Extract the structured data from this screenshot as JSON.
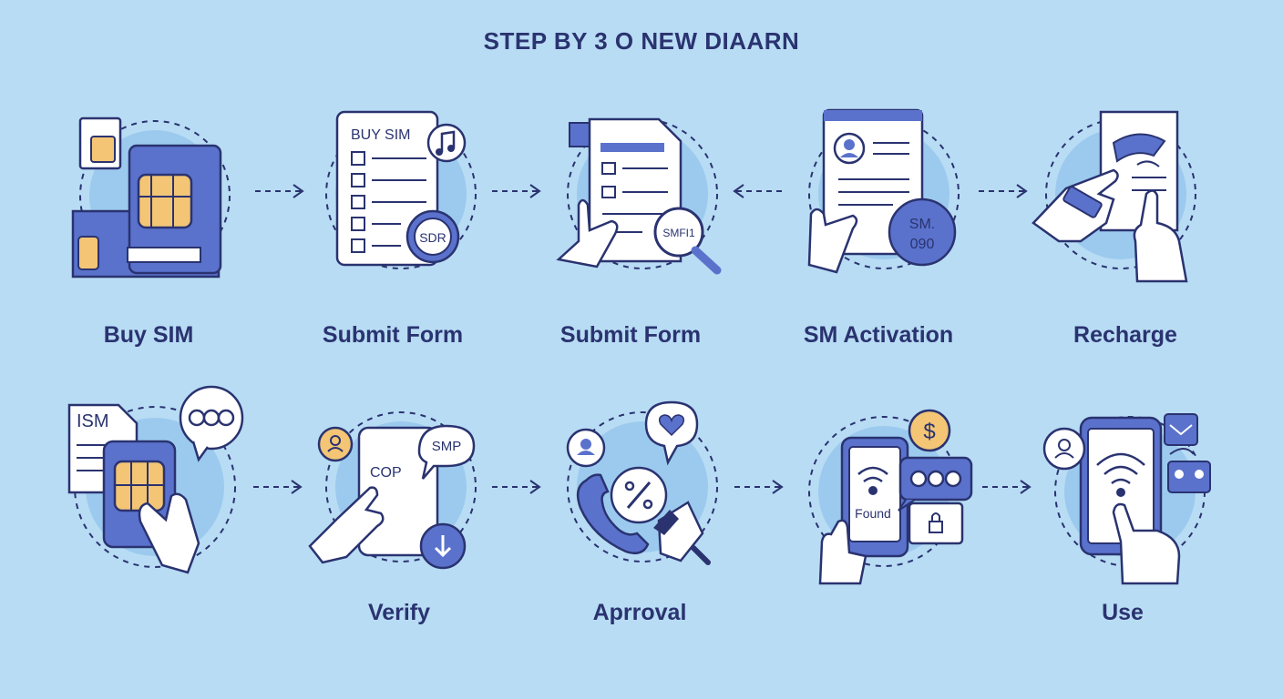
{
  "title": "STEP BY 3 O NEW DIAARN",
  "steps": [
    {
      "label": "Buy SIM",
      "texts": []
    },
    {
      "label": "Submit Form",
      "texts": [
        "BUY SIM",
        "SDR"
      ]
    },
    {
      "label": "Submit Form",
      "texts": [
        "SMFI1"
      ]
    },
    {
      "label": "SM Activation",
      "texts": [
        "SM.",
        "090"
      ]
    },
    {
      "label": "Recharge",
      "texts": []
    },
    {
      "label": "",
      "texts": [
        "ISM"
      ]
    },
    {
      "label": "Verify",
      "texts": [
        "COP",
        "SMP"
      ]
    },
    {
      "label": "Aprroval",
      "texts": []
    },
    {
      "label": "",
      "texts": [
        "Found",
        "$"
      ]
    },
    {
      "label": "Use",
      "texts": []
    }
  ],
  "colors": {
    "background": "#b8dcf4",
    "outline": "#2a3370",
    "accent": "#5a72cc",
    "halo": "#9ccaee",
    "chip": "#f3c575",
    "paper": "#ffffff"
  }
}
